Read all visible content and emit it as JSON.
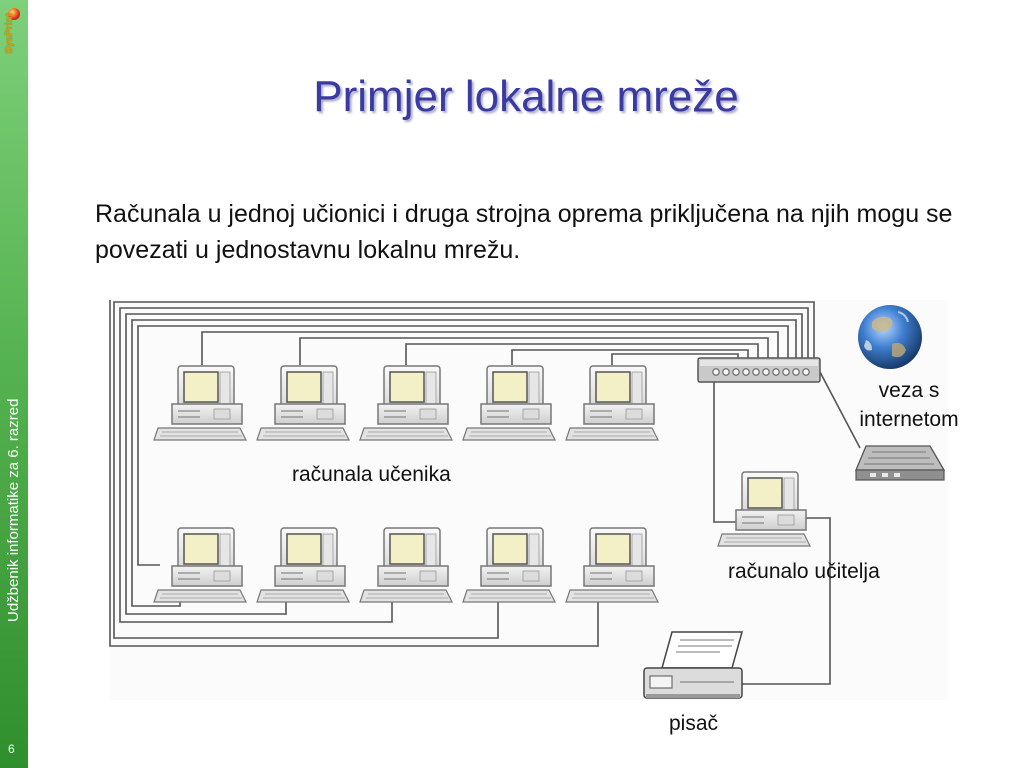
{
  "sidebar": {
    "vertical_text": "Udžbenik informatike za 6. razred",
    "page_number": "6",
    "logo_text": "SysPrint"
  },
  "slide": {
    "title": "Primjer lokalne mreže",
    "body": "Računala u jednoj učionici i druga strojna oprema priključena na njih mogu se povezati u jednostavnu lokalnu mrežu."
  },
  "diagram": {
    "labels": {
      "student_computers": "računala učenika",
      "teacher_computer": "računalo učitelja",
      "internet": "veza s internetom",
      "printer": "pisač"
    },
    "student_rows": 2,
    "computers_per_row": 5,
    "colors": {
      "cable": "#555555",
      "monitor_screen": "#f3efc7",
      "case": "#e8e8e8"
    }
  }
}
